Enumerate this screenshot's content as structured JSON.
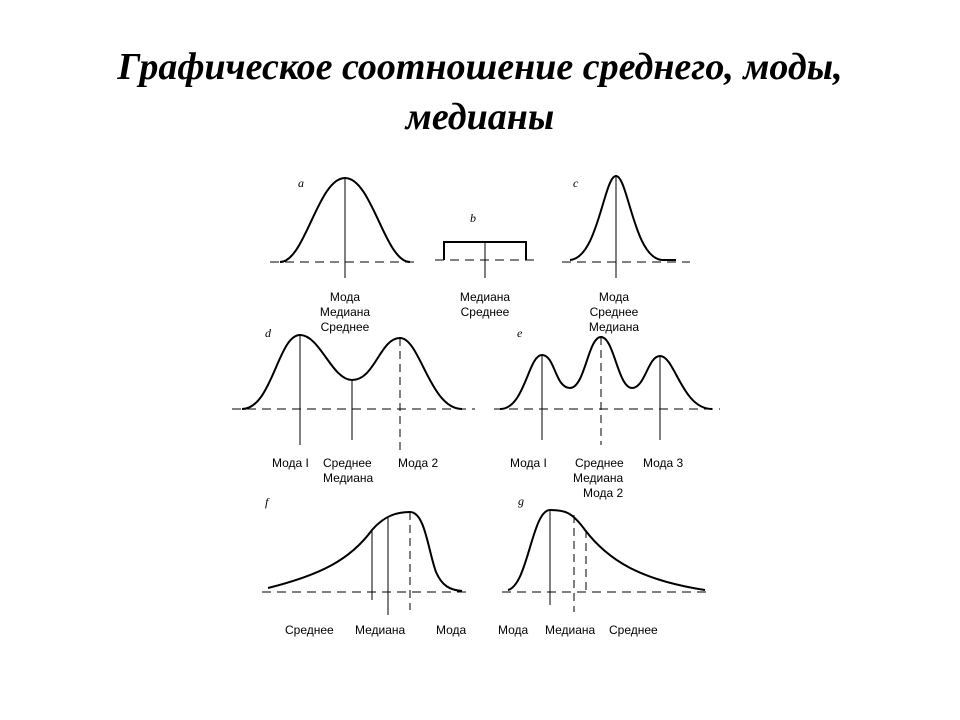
{
  "title": {
    "line1": "Графическое соотношение среднего, моды,",
    "line2": "медианы"
  },
  "panels": {
    "a": {
      "letter": "a",
      "labels": [
        "Мода",
        "Медиана",
        "Среднее"
      ]
    },
    "b": {
      "letter": "b",
      "labels": [
        "Медиана",
        "Среднее"
      ]
    },
    "c": {
      "letter": "c",
      "labels": [
        "Мода",
        "Среднее",
        "Медиана"
      ]
    },
    "d": {
      "letter": "d",
      "mode1": "Мода I",
      "mean": "Среднее",
      "median": "Медиана",
      "mode2": "Мода 2"
    },
    "e": {
      "letter": "e",
      "mode1": "Мода I",
      "mean": "Среднее",
      "mode3": "Мода 3",
      "median": "Медиана",
      "mode2": "Мода 2"
    },
    "f": {
      "letter": "f",
      "mean": "Среднее",
      "median": "Медиана",
      "mode": "Мода"
    },
    "g": {
      "letter": "g",
      "mode": "Мода",
      "median": "Медиана",
      "mean": "Среднее"
    }
  }
}
